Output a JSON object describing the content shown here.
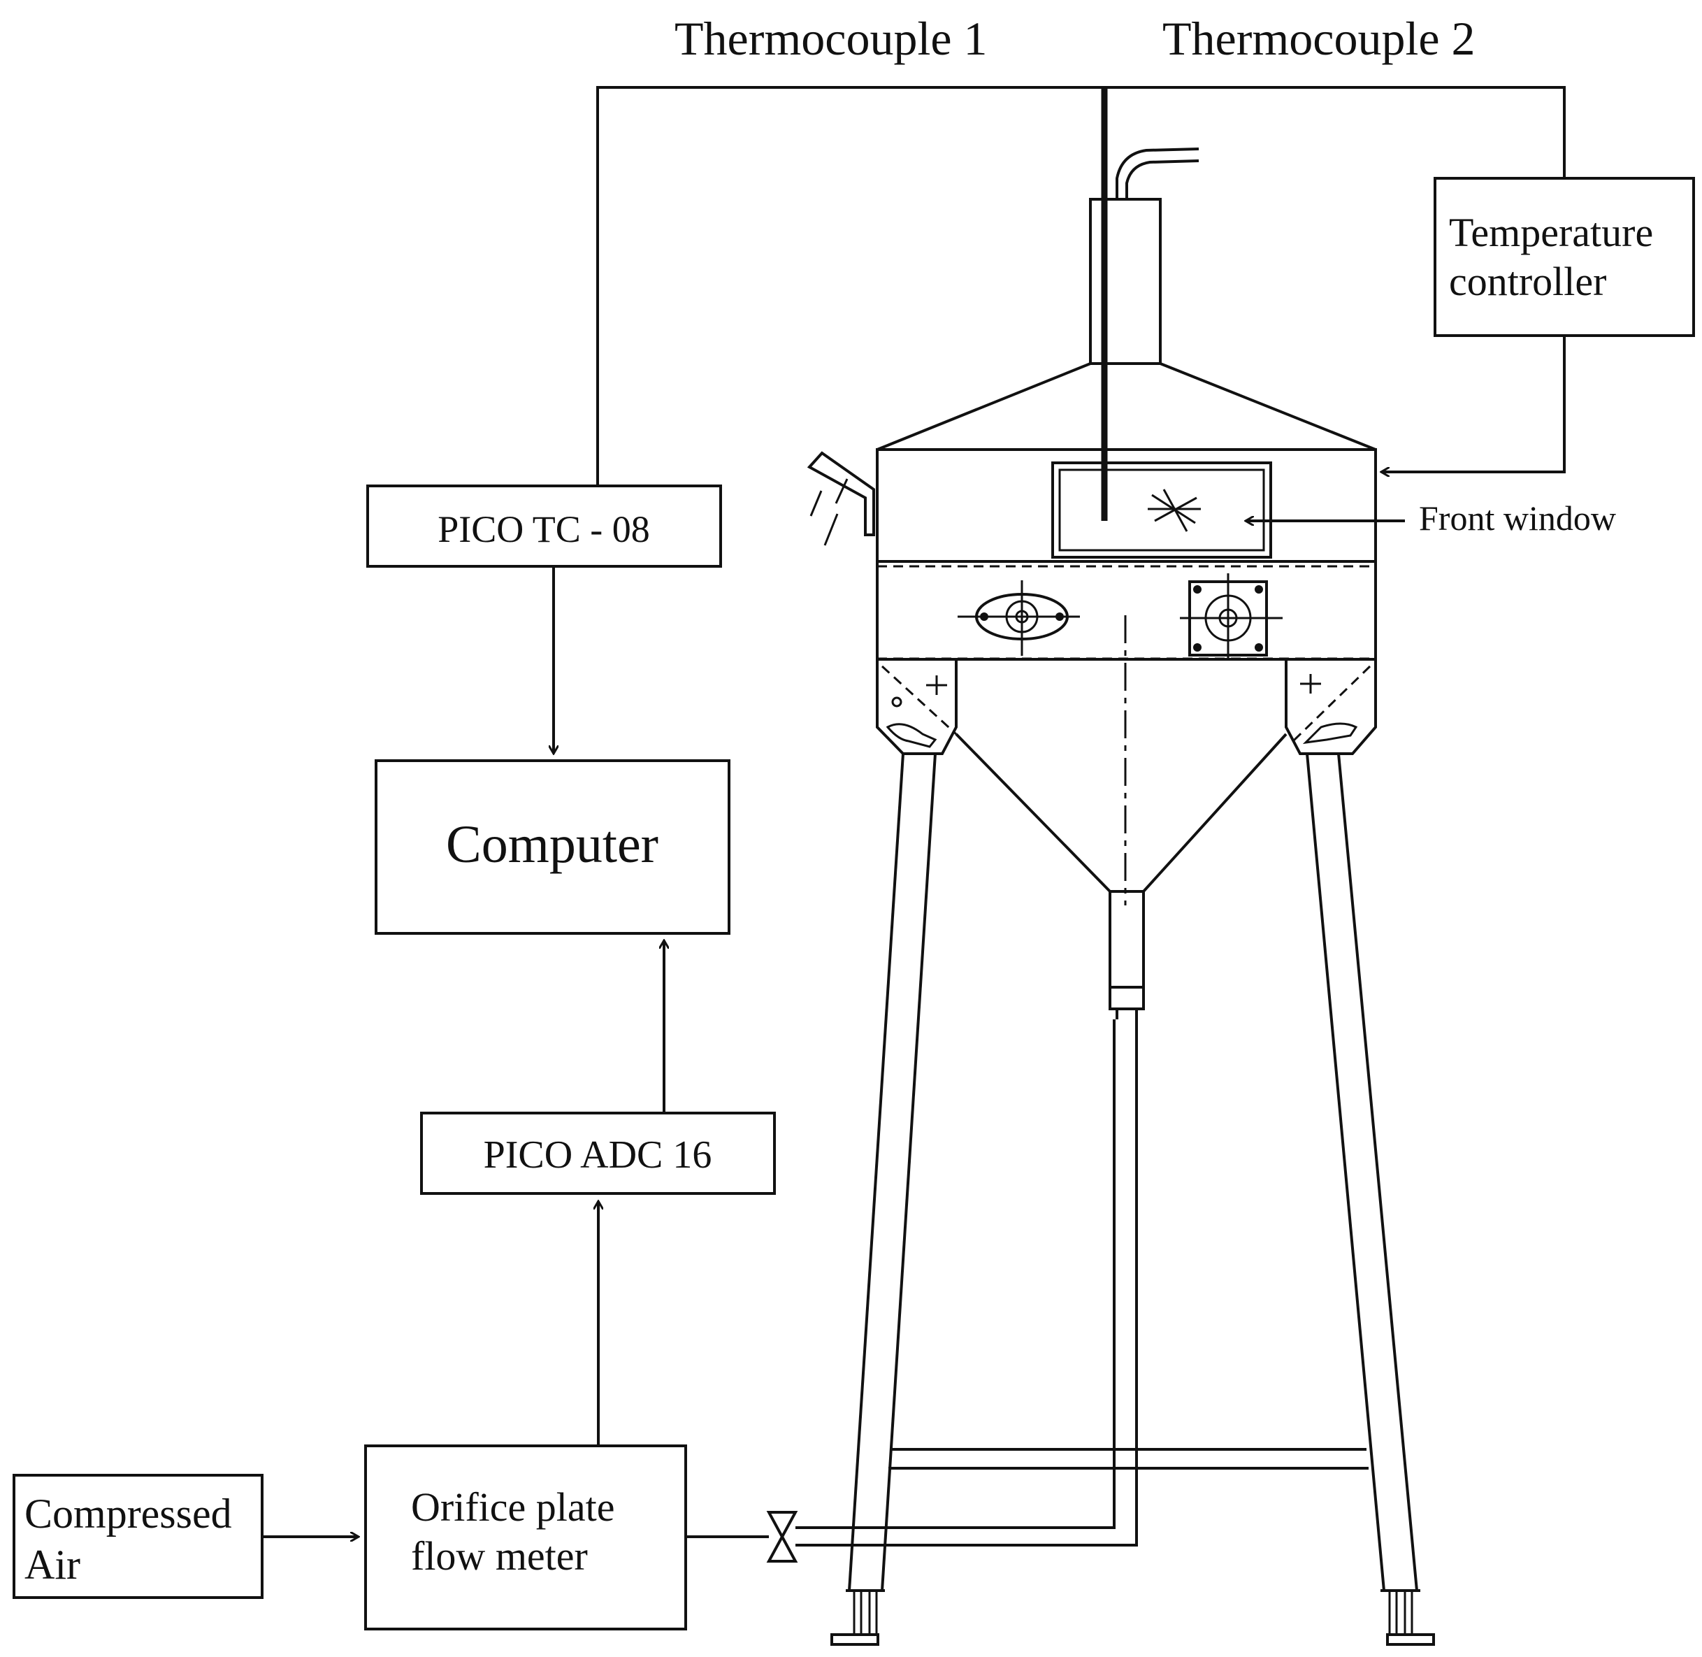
{
  "diagram": {
    "labels": {
      "thermocouple_1": "Thermocouple 1",
      "thermocouple_2": "Thermocouple 2",
      "temperature_controller_line1": "Temperature",
      "temperature_controller_line2": "controller",
      "front_window": "Front window",
      "pico_tc": "PICO TC - 08",
      "computer": "Computer",
      "pico_adc": "PICO ADC 16",
      "compressed_air_line1": "Compressed",
      "compressed_air_line2": "Air",
      "orifice_line1": "Orifice plate",
      "orifice_line2": "flow meter"
    }
  }
}
